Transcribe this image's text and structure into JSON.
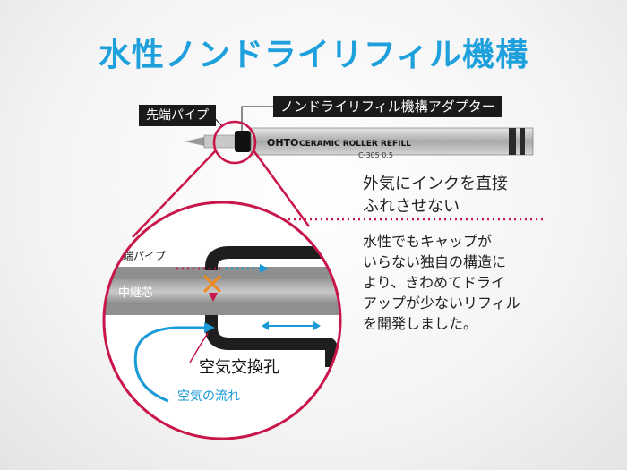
{
  "title": "水性ノンドライリフィル機構",
  "labels": {
    "tip_pipe": "先端パイプ",
    "adapter": "ノンドライリフィル機構アダプター",
    "refill_brand": "OHTO",
    "refill_name": "CERAMIC ROLLER  REFILL",
    "refill_code": "C-305 0.5"
  },
  "notes": {
    "note1": "外気にインクを直接\nふれさせない",
    "note2": "水性でもキャップが\nいらない独自の構造に\nより、きわめてドライ\nアップが少ないリフィル\nを開発しました。"
  },
  "zoom": {
    "tip_pipe": "先端パイプ",
    "relay_core": "中継芯",
    "vent_hole": "空気交換孔",
    "airflow": "空気の流れ"
  },
  "colors": {
    "title": "#1ea0dc",
    "magenta": "#c8154a",
    "blue": "#1a9ad6",
    "orange": "#f08a1c",
    "dark": "#1a1a1a"
  }
}
